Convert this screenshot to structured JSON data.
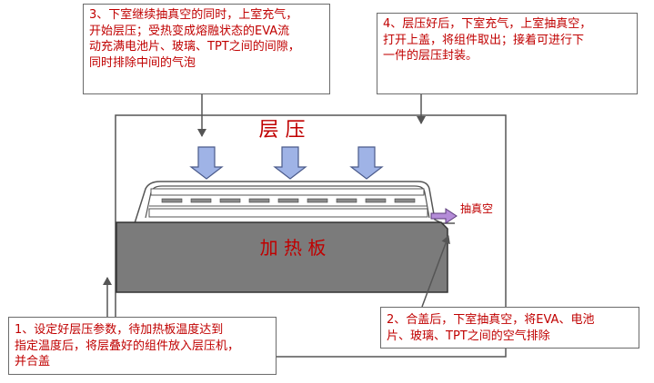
{
  "diagram": {
    "chamber_label": "层      压",
    "heater_label": "加  热  板",
    "vacuum_label": "抽真空"
  },
  "callouts": {
    "step1": [
      "1、设定好层压参数，待加热板温度达到",
      "指定温度后，将层叠好的组件放入层压机，",
      "并合盖"
    ],
    "step2": [
      "2、合盖后，下室抽真空，将EVA、电池",
      "片、玻璃、TPT之间的空气排除"
    ],
    "step3": [
      "3、下室继续抽真空的同时，上室充气，",
      "开始层压；受热变成熔融状态的EVA流",
      "动充满电池片、玻璃、TPT之间的间隙，",
      "同时排除中间的气泡"
    ],
    "step4": [
      "4、层压好后，下室充气，上室抽真空，",
      "打开上盖，将组件取出；接着可进行下",
      "一件的层压封装。"
    ]
  },
  "colors": {
    "text_red": "#c00000",
    "heater_gray": "#7b7b7b",
    "arrow_blue": "#9fb3e6",
    "arrow_purple": "#b48cd8"
  }
}
